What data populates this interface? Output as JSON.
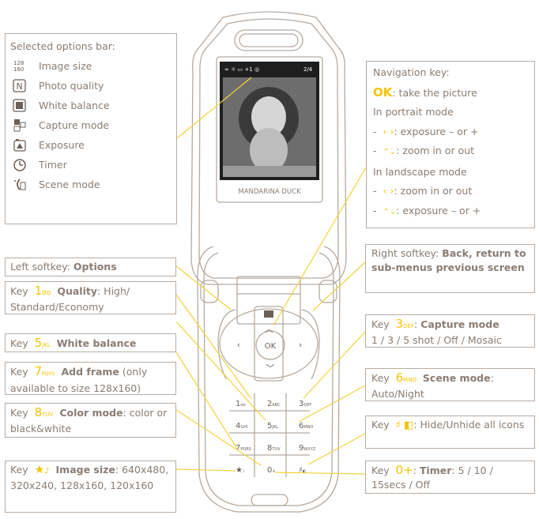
{
  "colors": {
    "accent": "#f5c400",
    "text": "#8a7d74",
    "line": "#b8aca3",
    "leader": "#f2d33a"
  },
  "selected_options": {
    "title": "Selected options bar:",
    "items": [
      {
        "icon": "image-size-icon",
        "label": "Image size"
      },
      {
        "icon": "photo-quality-icon",
        "label": "Photo quality"
      },
      {
        "icon": "white-balance-icon",
        "label": "White balance"
      },
      {
        "icon": "capture-mode-icon",
        "label": "Capture mode"
      },
      {
        "icon": "exposure-icon",
        "label": "Exposure"
      },
      {
        "icon": "timer-icon",
        "label": "Timer"
      },
      {
        "icon": "scene-mode-icon",
        "label": "Scene mode"
      }
    ],
    "glyphs": {
      "image_size": "128\n160",
      "photo_quality": "N"
    }
  },
  "navigation": {
    "title": "Navigation key:",
    "ok_key": "OK",
    "ok_text": ": take the picture",
    "portrait": "In portrait mode",
    "portrait_lr": ": exposure – or +",
    "portrait_ud": ": zoom in or out",
    "landscape": "In landscape mode",
    "landscape_lr": ": zoom in or out",
    "landscape_ud": ": exposure – or +",
    "dash": "-"
  },
  "left_softkey": {
    "prefix": "Left softkey: ",
    "bold": "Options"
  },
  "right_softkey": {
    "prefix": "Right softkey: ",
    "bold": "Back, return to sub-menus previous screen"
  },
  "key1": {
    "key": "Key",
    "num": "1",
    "sub": "σο",
    "bold": "Quality",
    "rest": ": High/ Standard/Economy"
  },
  "key5": {
    "key": "Key",
    "num": "5",
    "sub": "JKL",
    "bold": "White balance"
  },
  "key7": {
    "key": "Key",
    "num": "7",
    "sub": "PQRS",
    "bold": "Add frame",
    "rest": " (only available to size 128x160)"
  },
  "key8": {
    "key": "Key",
    "num": "8",
    "sub": "TUV",
    "bold": "Color mode",
    "rest": ": color or black&white"
  },
  "keystar": {
    "key": "Key",
    "num": "★",
    "sub": "♪",
    "bold": "Image size",
    "rest": ": 640x480, 320x240, 128x160, 120x160"
  },
  "key3": {
    "key": "Key",
    "num": "3",
    "sub": "DEF",
    "bold": "Capture mode",
    "rest": "1 / 3 / 5 shot / Off / Mosaic"
  },
  "key6": {
    "key": "Key",
    "num": "6",
    "sub": "MNO",
    "bold": "Scene mode",
    "rest": ": Auto/Night"
  },
  "keyhash": {
    "key": "Key",
    "glyph": "♯ ◧",
    "rest": ": Hide/Unhide all icons"
  },
  "key0": {
    "key": "Key",
    "num": "0+",
    "bold": "Timer",
    "rest": ": 5 / 10 / 15secs / Off"
  },
  "phone": {
    "brand": "MANDARINA DUCK",
    "status_left": "∞ ☼ ▭ +1 ◎",
    "status_right": "2/4",
    "ok_label": "OK",
    "keys": [
      {
        "label": "1",
        "sub": "σο"
      },
      {
        "label": "2",
        "sub": "ABC"
      },
      {
        "label": "3",
        "sub": "DEF"
      },
      {
        "label": "4",
        "sub": "GHI"
      },
      {
        "label": "5",
        "sub": "JKL"
      },
      {
        "label": "6",
        "sub": "MNO"
      },
      {
        "label": "7",
        "sub": "PQRS"
      },
      {
        "label": "8",
        "sub": "TUV"
      },
      {
        "label": "9",
        "sub": "WXYZ"
      },
      {
        "label": "★",
        "sub": "♪"
      },
      {
        "label": "0",
        "sub": "+"
      },
      {
        "label": "♯",
        "sub": "◧"
      }
    ]
  }
}
